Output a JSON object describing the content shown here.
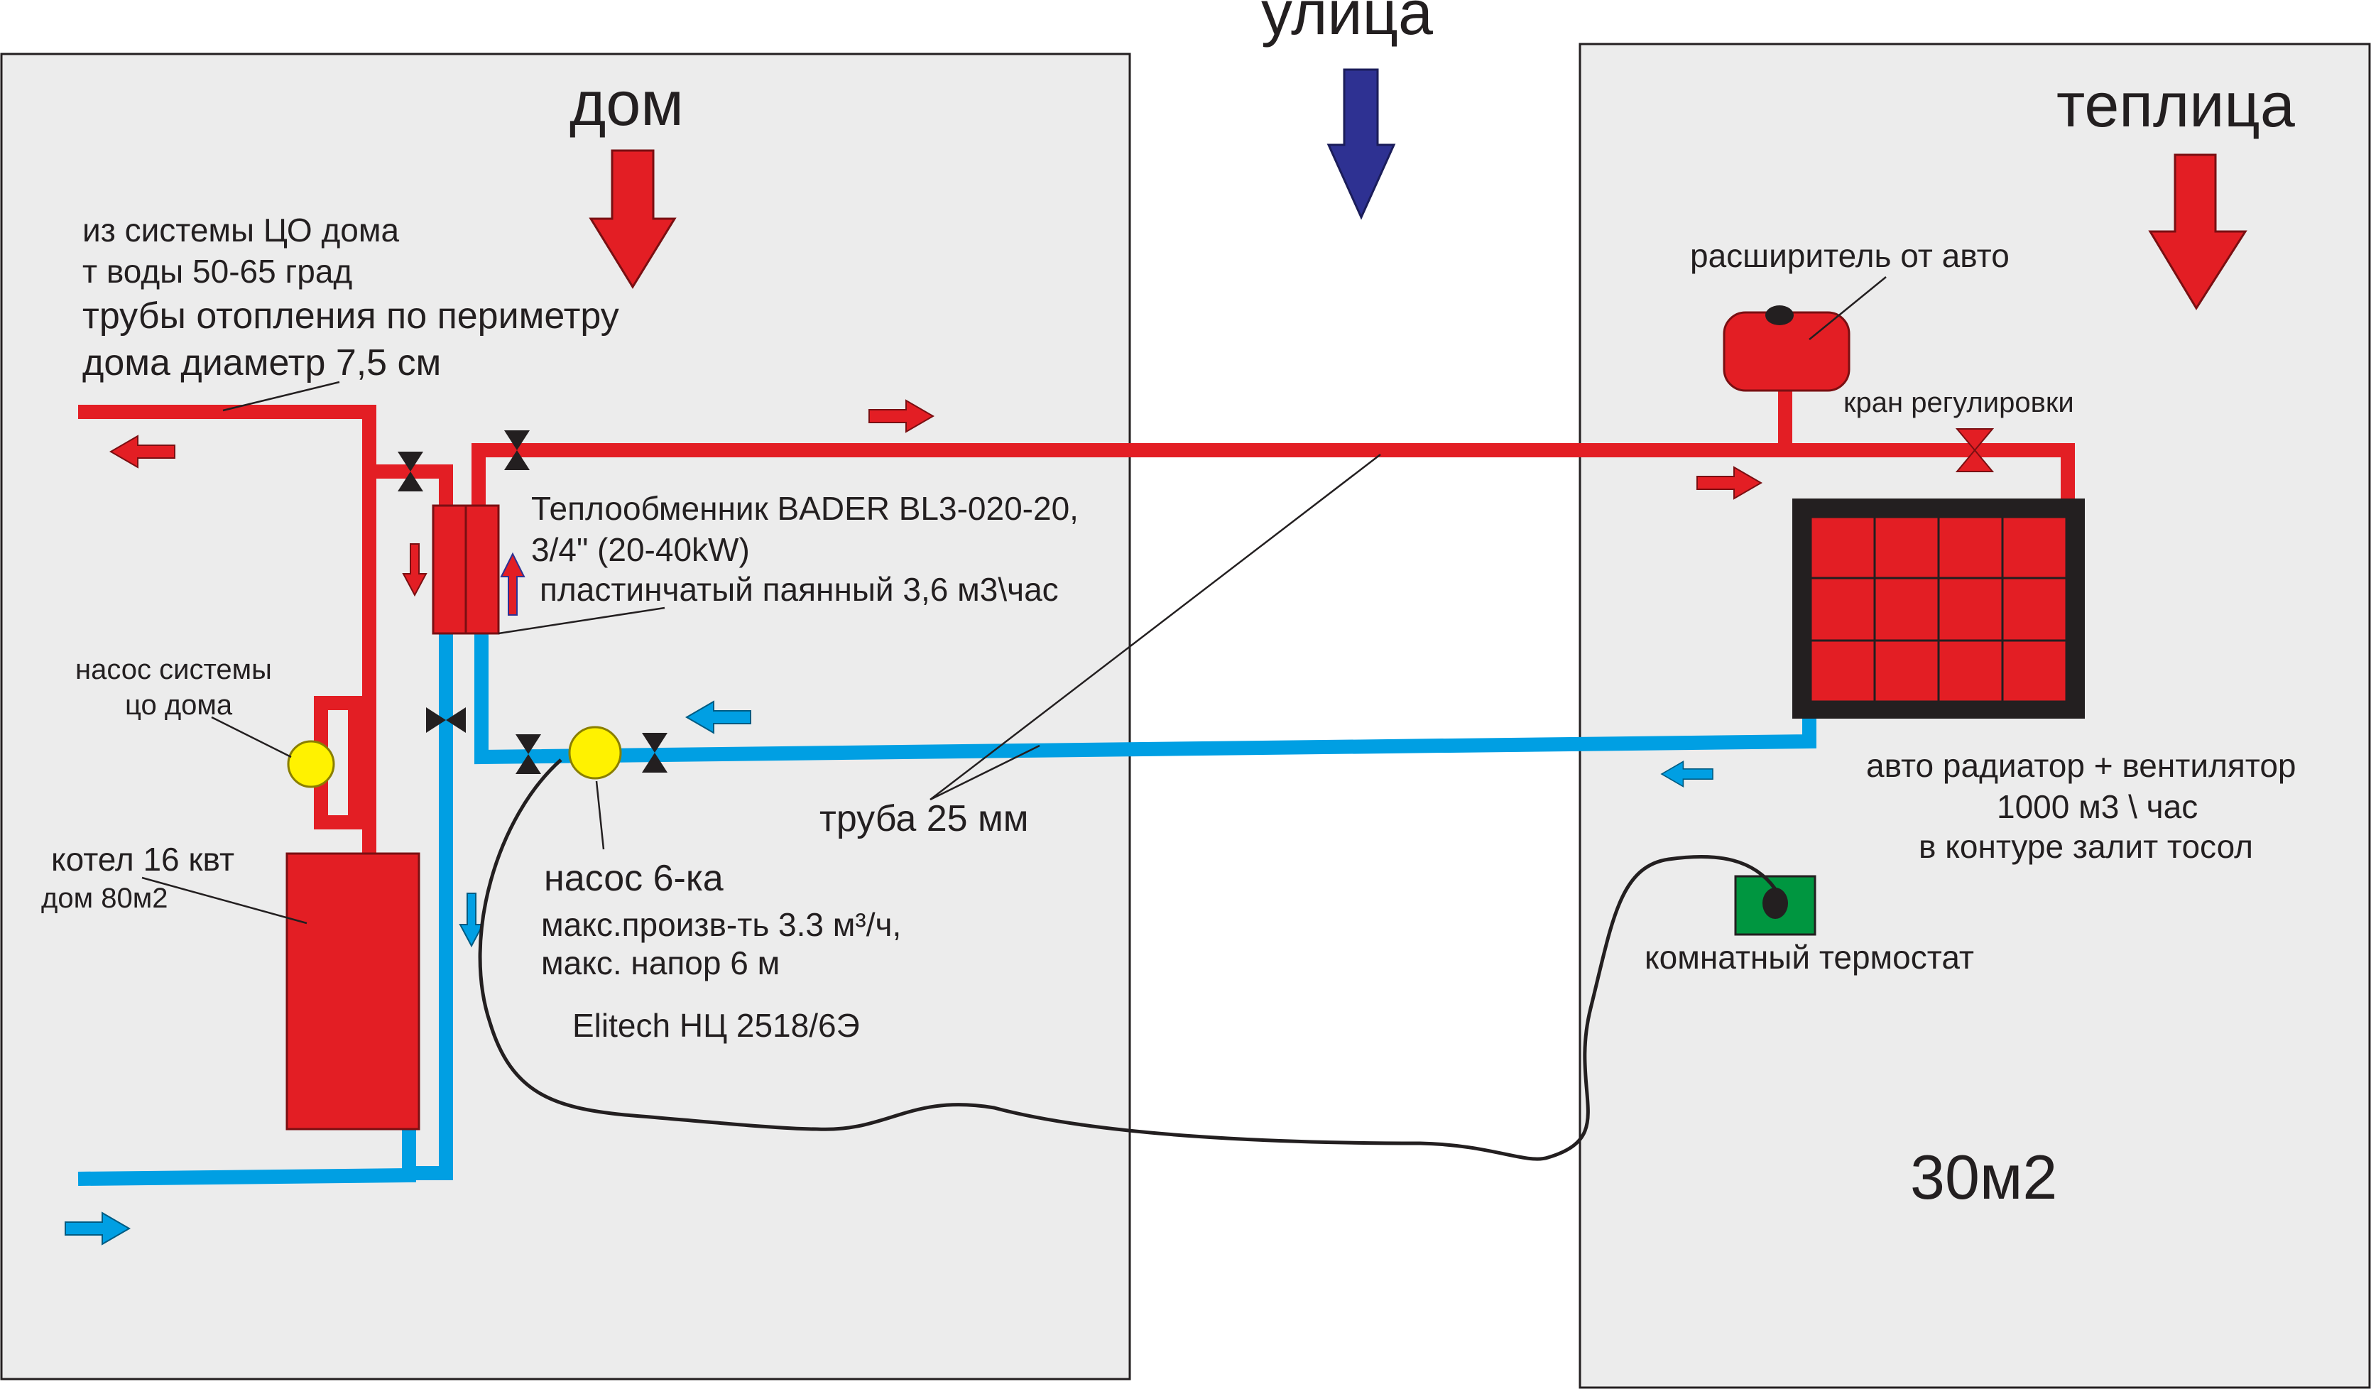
{
  "labels": {
    "street": "улица",
    "house": "дом",
    "greenhouse": "теплица",
    "house_system_line1": "из системы  ЦО дома",
    "house_system_line2": "т воды 50-65 град",
    "house_pipes_line1": "трубы отопления по периметру",
    "house_pipes_line2": "дома диаметр 7,5 см",
    "expander": "расширитель от авто",
    "control_valve": "кран регулировки",
    "heat_exchanger_line1": "Теплообменник BADER BL3-020-20,",
    "heat_exchanger_line2": "3/4\" (20-40kW)",
    "heat_exchanger_line3": "пластинчатый паянный  3,6 м3\\час",
    "house_pump_line1": "насос системы",
    "house_pump_line2": "цо дома",
    "boiler_line1": "котел 16 квт",
    "boiler_line2": "дом 80м2",
    "pipe_size": "труба 25 мм",
    "pump_title": "насос 6-ка",
    "pump_spec1": "макс.произв-ть 3.3 м³/ч,",
    "pump_spec2": "макс. напор 6 м",
    "pump_model": "Elitech НЦ 2518/6Э",
    "radiator_line1": "авто радиатор + вентилятор",
    "radiator_line2": "1000 м3 \\ час",
    "radiator_line3": "в контуре залит тосол",
    "thermostat": "комнатный термостат",
    "greenhouse_area": "30м2"
  },
  "colors": {
    "hot_pipe": "#e31e24",
    "cold_pipe": "#009fe3",
    "street_arrow": "#2e3192",
    "room_fill": "#ececec",
    "thermostat": "#009640",
    "pump": "#fff200",
    "radiator_frame": "#231f20",
    "wire": "#231f20"
  },
  "icons": {
    "valve": "bowtie-valve-icon",
    "pump": "circle-pump-icon",
    "flow": "flow-arrow-icon"
  }
}
